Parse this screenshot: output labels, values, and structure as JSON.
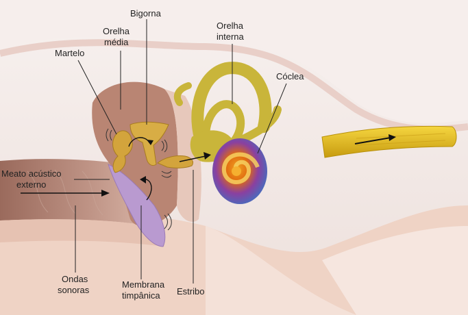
{
  "labels": {
    "bigorna": "Bigorna",
    "orelha_media_1": "Orelha",
    "orelha_media_2": "média",
    "martelo": "Martelo",
    "orelha_interna_1": "Orelha",
    "orelha_interna_2": "interna",
    "coclea": "Cóclea",
    "meato_1": "Meato acústico",
    "meato_2": "externo",
    "ondas_1": "Ondas",
    "ondas_2": "sonoras",
    "membrana_1": "Membrana",
    "membrana_2": "timpânica",
    "estribo": "Estribo"
  },
  "colors": {
    "skin": "#efd3c2",
    "background": "#f3ecea",
    "canal": "#b0877a",
    "cavity": "#b98573",
    "ossicles": "#d3a43c",
    "labyrinth": "#c9b53a",
    "nerve": "#e8c020",
    "eardrum": "#b99ad0"
  }
}
